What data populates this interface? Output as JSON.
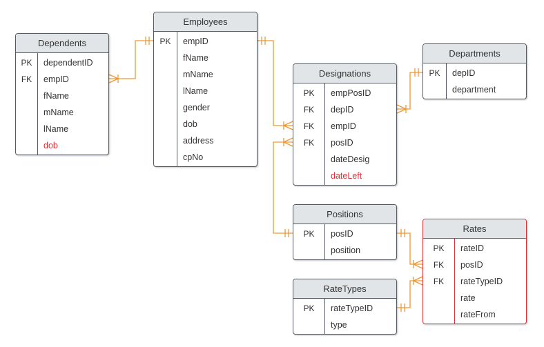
{
  "colors": {
    "connector": "#f0962e",
    "border": "#555a60",
    "header": "#e2e5e8",
    "optional_text": "#d6343d",
    "highlight": "#d6343d"
  },
  "entities": [
    {
      "id": "dependents",
      "title": "Dependents",
      "fields": [
        {
          "key": "PK",
          "name": "dependentID"
        },
        {
          "key": "FK",
          "name": "empID"
        },
        {
          "key": "",
          "name": "fName"
        },
        {
          "key": "",
          "name": "mName"
        },
        {
          "key": "",
          "name": "lName"
        },
        {
          "key": "",
          "name": "dob",
          "optional": true
        }
      ]
    },
    {
      "id": "employees",
      "title": "Employees",
      "fields": [
        {
          "key": "PK",
          "name": "empID"
        },
        {
          "key": "",
          "name": "fName"
        },
        {
          "key": "",
          "name": "mName"
        },
        {
          "key": "",
          "name": "lName"
        },
        {
          "key": "",
          "name": "gender"
        },
        {
          "key": "",
          "name": "dob"
        },
        {
          "key": "",
          "name": "address"
        },
        {
          "key": "",
          "name": "cpNo"
        }
      ]
    },
    {
      "id": "designations",
      "title": "Designations",
      "fields": [
        {
          "key": "PK",
          "name": "empPosID"
        },
        {
          "key": "FK",
          "name": "depID"
        },
        {
          "key": "FK",
          "name": "empID"
        },
        {
          "key": "FK",
          "name": "posID"
        },
        {
          "key": "",
          "name": "dateDesig"
        },
        {
          "key": "",
          "name": "dateLeft",
          "optional": true
        }
      ]
    },
    {
      "id": "departments",
      "title": "Departments",
      "fields": [
        {
          "key": "PK",
          "name": "depID"
        },
        {
          "key": "",
          "name": "department"
        }
      ]
    },
    {
      "id": "positions",
      "title": "Positions",
      "fields": [
        {
          "key": "PK",
          "name": "posID"
        },
        {
          "key": "",
          "name": "position"
        }
      ]
    },
    {
      "id": "rates",
      "title": "Rates",
      "highlighted": true,
      "fields": [
        {
          "key": "PK",
          "name": "rateID"
        },
        {
          "key": "FK",
          "name": "posID"
        },
        {
          "key": "FK",
          "name": "rateTypeID"
        },
        {
          "key": "",
          "name": "rate"
        },
        {
          "key": "",
          "name": "rateFrom"
        }
      ]
    },
    {
      "id": "ratetypes",
      "title": "RateTypes",
      "fields": [
        {
          "key": "PK",
          "name": "rateTypeID"
        },
        {
          "key": "",
          "name": "type"
        }
      ]
    }
  ],
  "relationships": [
    {
      "from": "employees.empID",
      "to": "dependents.empID",
      "from_end": "one",
      "to_end": "many"
    },
    {
      "from": "employees.empID",
      "to": "designations.empID",
      "from_end": "one",
      "to_end": "many"
    },
    {
      "from": "departments.depID",
      "to": "designations.depID",
      "from_end": "one",
      "to_end": "many"
    },
    {
      "from": "positions.posID",
      "to": "designations.posID",
      "from_end": "one",
      "to_end": "many"
    },
    {
      "from": "positions.posID",
      "to": "rates.posID",
      "from_end": "one",
      "to_end": "many"
    },
    {
      "from": "ratetypes.rateTypeID",
      "to": "rates.rateTypeID",
      "from_end": "one",
      "to_end": "many"
    }
  ]
}
